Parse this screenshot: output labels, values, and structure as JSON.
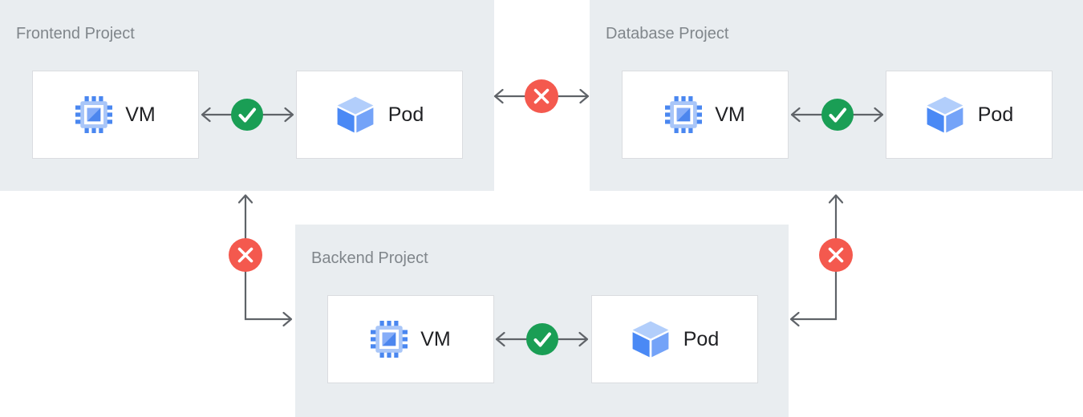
{
  "projects": [
    {
      "title": "Frontend Project",
      "vm_label": "VM",
      "pod_label": "Pod",
      "vm_pod_connection": "allowed"
    },
    {
      "title": "Database Project",
      "vm_label": "VM",
      "pod_label": "Pod",
      "vm_pod_connection": "allowed"
    },
    {
      "title": "Backend Project",
      "vm_label": "VM",
      "pod_label": "Pod",
      "vm_pod_connection": "allowed"
    }
  ],
  "cross_project_connections": [
    {
      "from": "Frontend Project",
      "to": "Database Project",
      "status": "blocked"
    },
    {
      "from": "Frontend Project",
      "to": "Backend Project",
      "status": "blocked"
    },
    {
      "from": "Database Project",
      "to": "Backend Project",
      "status": "blocked"
    }
  ],
  "icons": {
    "vm": "vm-chip-icon",
    "pod": "pod-cube-icon",
    "allowed": "check-icon",
    "blocked": "cross-icon"
  },
  "colors": {
    "panel_bg": "#E9EDF0",
    "node_bg": "#FFFFFF",
    "node_border": "#DADCE0",
    "title_text": "#80868B",
    "label_text": "#202124",
    "arrow": "#5F6368",
    "allowed_green": "#1A9E55",
    "blocked_red": "#F4594E",
    "icon_blue": "#4A87F0",
    "icon_light_blue": "#A9C6F8"
  }
}
